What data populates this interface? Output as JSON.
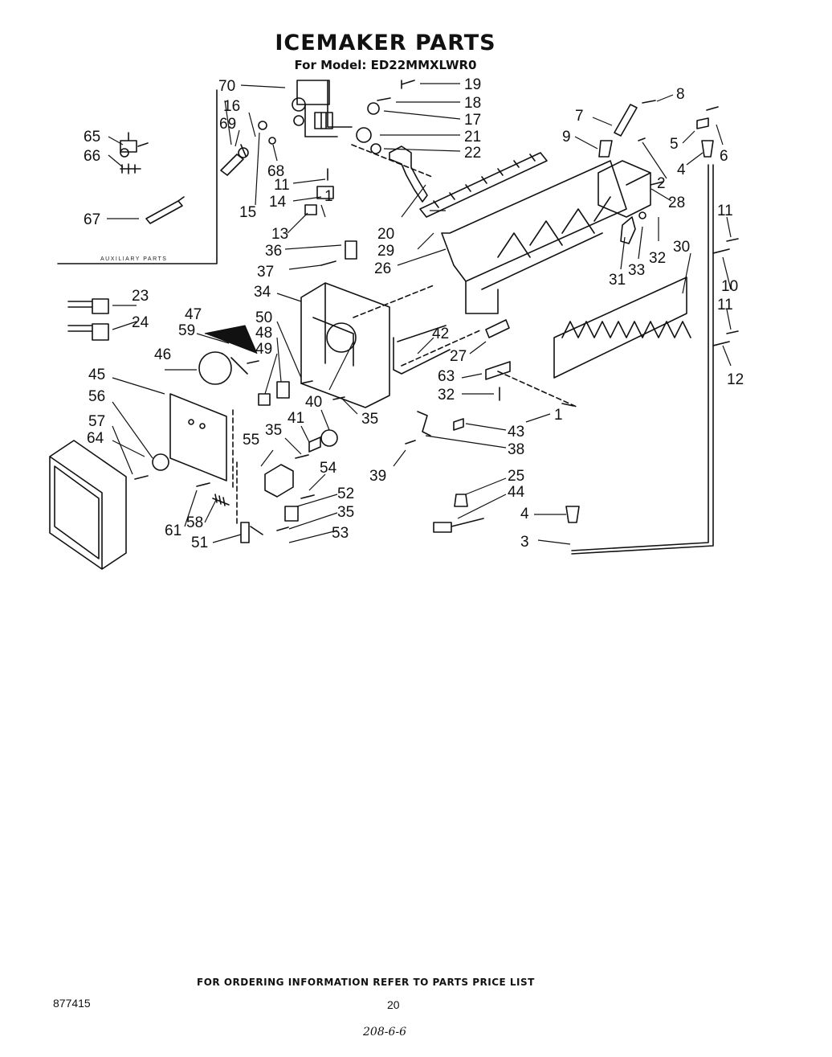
{
  "title": "ICEMAKER PARTS",
  "subtitle": "For Model: ED22MMXLWR0",
  "auxiliary_label": "AUXILIARY PARTS",
  "footer_note": "FOR ORDERING INFORMATION REFER TO PARTS PRICE LIST",
  "doc_number": "877415",
  "page_number": "20",
  "handwritten_note": "208-6-6",
  "callouts": [
    "70",
    "19",
    "16",
    "18",
    "69",
    "17",
    "21",
    "22",
    "8",
    "7",
    "5",
    "6",
    "9",
    "4",
    "2",
    "28",
    "65",
    "66",
    "68",
    "11",
    "14",
    "1",
    "13",
    "15",
    "20",
    "29",
    "26",
    "67",
    "36",
    "37",
    "34",
    "30",
    "11",
    "10",
    "33",
    "32",
    "31",
    "11",
    "12",
    "23",
    "24",
    "47",
    "50",
    "59",
    "48",
    "49",
    "46",
    "42",
    "27",
    "63",
    "32",
    "45",
    "56",
    "35",
    "40",
    "1",
    "43",
    "38",
    "57",
    "64",
    "55",
    "35",
    "41",
    "39",
    "25",
    "44",
    "54",
    "52",
    "35",
    "61",
    "58",
    "51",
    "53",
    "4",
    "3"
  ]
}
